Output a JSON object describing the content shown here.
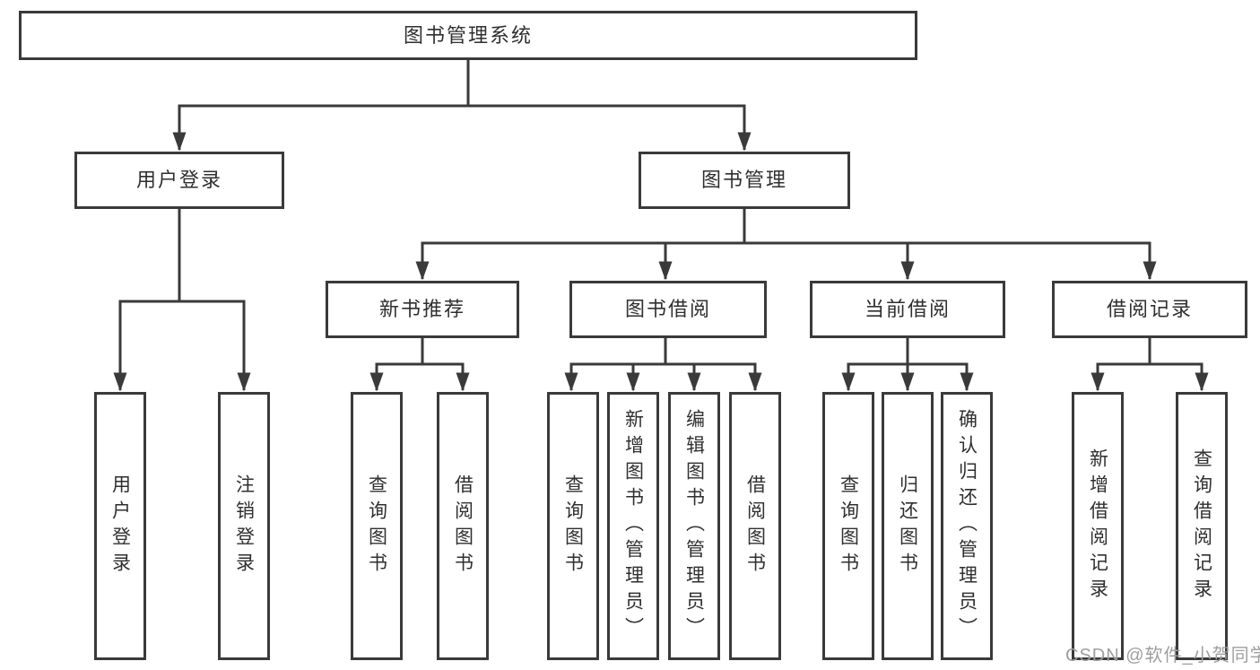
{
  "root": {
    "label": "图书管理系统"
  },
  "level2": [
    {
      "id": "user-login",
      "label": "用户登录",
      "parent": "图书管理系统"
    },
    {
      "id": "book-management",
      "label": "图书管理",
      "parent": "图书管理系统"
    }
  ],
  "level3": [
    {
      "id": "new-book-recommend",
      "label": "新书推荐",
      "parent": "图书管理"
    },
    {
      "id": "book-borrow",
      "label": "图书借阅",
      "parent": "图书管理"
    },
    {
      "id": "current-borrow",
      "label": "当前借阅",
      "parent": "图书管理"
    },
    {
      "id": "borrow-records",
      "label": "借阅记录",
      "parent": "图书管理"
    }
  ],
  "leaves": [
    {
      "id": "user-login",
      "label": "用户登录",
      "parent": "用户登录"
    },
    {
      "id": "logout",
      "label": "注销登录",
      "parent": "用户登录"
    },
    {
      "id": "query-books-1",
      "label": "查询图书",
      "parent": "新书推荐"
    },
    {
      "id": "borrow-books-1",
      "label": "借阅图书",
      "parent": "新书推荐"
    },
    {
      "id": "query-books-2",
      "label": "查询图书",
      "parent": "图书借阅"
    },
    {
      "id": "add-book-admin",
      "label": "新增图书（管理员）",
      "parent": "图书借阅"
    },
    {
      "id": "edit-book-admin",
      "label": "编辑图书（管理员）",
      "parent": "图书借阅"
    },
    {
      "id": "borrow-books-2",
      "label": "借阅图书",
      "parent": "图书借阅"
    },
    {
      "id": "query-books-3",
      "label": "查询图书",
      "parent": "当前借阅"
    },
    {
      "id": "return-book",
      "label": "归还图书",
      "parent": "当前借阅"
    },
    {
      "id": "confirm-return-admin",
      "label": "确认归还（管理员）",
      "parent": "当前借阅"
    },
    {
      "id": "add-borrow-record",
      "label": "新增借阅记录",
      "parent": "借阅记录"
    },
    {
      "id": "query-borrow-record",
      "label": "查询借阅记录",
      "parent": "借阅记录"
    }
  ],
  "watermark": {
    "text": "CSDN @软件_小贺同学"
  },
  "colors": {
    "line": "#3a3a3a",
    "text": "#2f2f2f",
    "watermark": "#9e9e9e",
    "background": "#ffffff"
  }
}
